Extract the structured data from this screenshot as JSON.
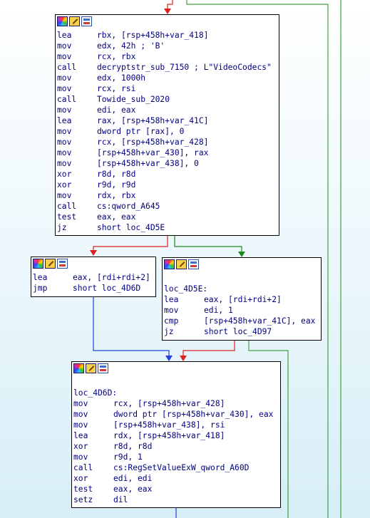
{
  "theme": {
    "line_text": "#000080",
    "edge_true": "#1a8a1a",
    "edge_false": "#e02020",
    "edge_uncond": "#2040e0",
    "edge_outer": "#40a040"
  },
  "header_icons": [
    "color-picker-icon",
    "rename-icon",
    "graph-overview-icon"
  ],
  "blocks": [
    {
      "id": "block-main",
      "lines": [
        {
          "m": "lea",
          "o": "rbx, [rsp+458h+var_418]"
        },
        {
          "m": "mov",
          "o": "edx, 42h ; 'B'"
        },
        {
          "m": "mov",
          "o": "rcx, rbx"
        },
        {
          "m": "call",
          "o": "decryptstr_sub_7150 ; L\"VideoCodecs\""
        },
        {
          "m": "mov",
          "o": "edx, 1000h"
        },
        {
          "m": "mov",
          "o": "rcx, rsi"
        },
        {
          "m": "call",
          "o": "Towide_sub_2020"
        },
        {
          "m": "mov",
          "o": "edi, eax"
        },
        {
          "m": "lea",
          "o": "rax, [rsp+458h+var_41C]"
        },
        {
          "m": "mov",
          "o": "dword ptr [rax], 0"
        },
        {
          "m": "mov",
          "o": "rcx, [rsp+458h+var_428]"
        },
        {
          "m": "mov",
          "o": "[rsp+458h+var_430], rax"
        },
        {
          "m": "mov",
          "o": "[rsp+458h+var_438], 0"
        },
        {
          "m": "xor",
          "o": "r8d, r8d"
        },
        {
          "m": "xor",
          "o": "r9d, r9d"
        },
        {
          "m": "mov",
          "o": "rdx, rbx"
        },
        {
          "m": "call",
          "o": "cs:qword_A645"
        },
        {
          "m": "test",
          "o": "eax, eax"
        },
        {
          "m": "jz",
          "o": "short loc_4D5E"
        }
      ]
    },
    {
      "id": "block-left",
      "lines": [
        {
          "m": "lea",
          "o": "eax, [rdi+rdi+2]"
        },
        {
          "m": "jmp",
          "o": "short loc_4D6D"
        }
      ]
    },
    {
      "id": "block-right",
      "label": "loc_4D5E:",
      "lines": [
        {
          "m": "lea",
          "o": "eax, [rdi+rdi+2]"
        },
        {
          "m": "mov",
          "o": "edi, 1"
        },
        {
          "m": "cmp",
          "o": "[rsp+458h+var_41C], eax"
        },
        {
          "m": "jz",
          "o": "short loc_4D97"
        }
      ]
    },
    {
      "id": "block-bottom",
      "label": "loc_4D6D:",
      "lines": [
        {
          "m": "mov",
          "o": "rcx, [rsp+458h+var_428]"
        },
        {
          "m": "mov",
          "o": "dword ptr [rsp+458h+var_430], eax"
        },
        {
          "m": "mov",
          "o": "[rsp+458h+var_438], rsi"
        },
        {
          "m": "lea",
          "o": "rdx, [rsp+458h+var_418]"
        },
        {
          "m": "xor",
          "o": "r8d, r8d"
        },
        {
          "m": "mov",
          "o": "r9d, 1"
        },
        {
          "m": "call",
          "o": "cs:RegSetValueExW_qword_A60D"
        },
        {
          "m": "xor",
          "o": "edi, edi"
        },
        {
          "m": "test",
          "o": "eax, eax"
        },
        {
          "m": "setz",
          "o": "dil"
        }
      ]
    }
  ]
}
